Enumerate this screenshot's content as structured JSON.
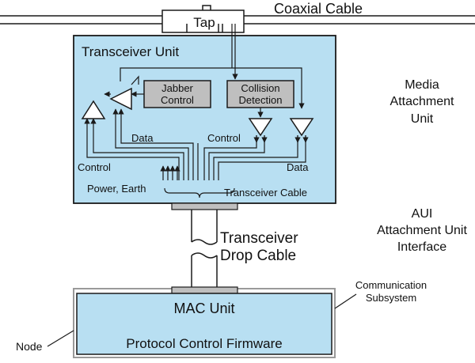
{
  "colors": {
    "unit_fill": "#b8dff2",
    "box_fill": "#bfbfbf",
    "stroke": "#1a1a1a",
    "outer_border": "#9a9a9a",
    "tap_fill": "#ffffff"
  },
  "labels": {
    "tap": "Tap",
    "coaxial_cable": "Coaxial Cable",
    "transceiver_unit": "Transceiver Unit",
    "jabber_line1": "Jabber",
    "jabber_line2": "Control",
    "collision_line1": "Collision",
    "collision_line2": "Detection",
    "data_left": "Data",
    "control_mid": "Control",
    "control_left": "Control",
    "data_right": "Data",
    "power_earth": "Power, Earth",
    "transceiver_cable": "Transceiver Cable",
    "mau_line1": "Media",
    "mau_line2": "Attachment",
    "mau_line3": "Unit",
    "aui_line1": "AUI",
    "aui_line2": "Attachment Unit",
    "aui_line3": "Interface",
    "drop_line1": "Transceiver",
    "drop_line2": "Drop Cable",
    "comm_line1": "Communication",
    "comm_line2": "Subsystem",
    "mac_unit": "MAC Unit",
    "protocol_firmware": "Protocol Control Firmware",
    "node": "Node"
  }
}
